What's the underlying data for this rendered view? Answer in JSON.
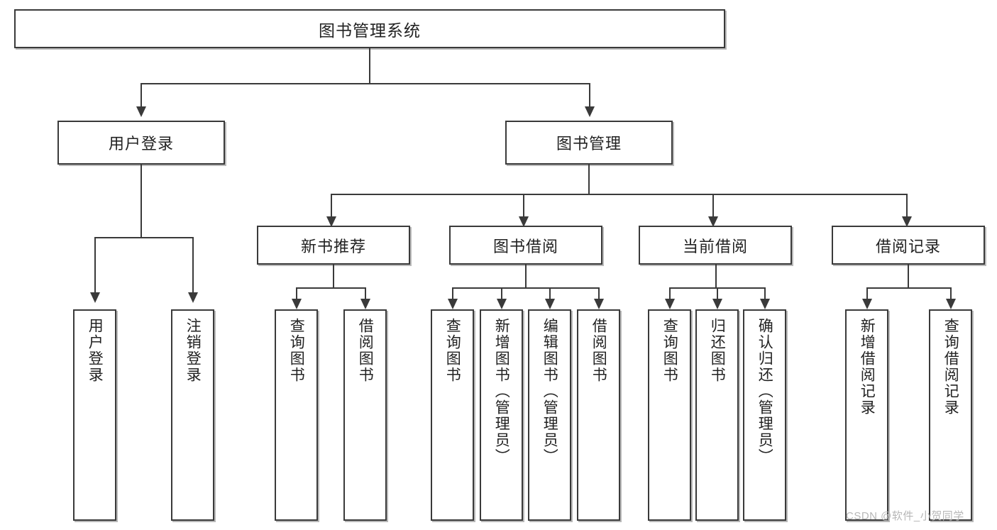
{
  "diagram": {
    "type": "tree",
    "title": "图书管理系统",
    "root": {
      "label": "图书管理系统"
    },
    "level2": [
      {
        "label": "用户登录"
      },
      {
        "label": "图书管理"
      }
    ],
    "level3": [
      {
        "label": "新书推荐"
      },
      {
        "label": "图书借阅"
      },
      {
        "label": "当前借阅"
      },
      {
        "label": "借阅记录"
      }
    ],
    "leaves": {
      "user_login": [
        {
          "label": "用户登录"
        },
        {
          "label": "注销登录"
        }
      ],
      "new_book_recommend": [
        {
          "label": "查询图书"
        },
        {
          "label": "借阅图书"
        }
      ],
      "book_borrow": [
        {
          "label": "查询图书"
        },
        {
          "label": "新增图书（管理员）"
        },
        {
          "label": "编辑图书（管理员）"
        },
        {
          "label": "借阅图书"
        }
      ],
      "current_borrow": [
        {
          "label": "查询图书"
        },
        {
          "label": "归还图书"
        },
        {
          "label": "确认归还（管理员）"
        }
      ],
      "borrow_record": [
        {
          "label": "新增借阅记录"
        },
        {
          "label": "查询借阅记录"
        }
      ]
    }
  },
  "watermark": {
    "text": "CSDN @软件_小贺同学"
  },
  "colors": {
    "stroke": "#3a3a3a",
    "text": "#222222",
    "background": "#ffffff",
    "watermark": "#b7b7b7"
  }
}
